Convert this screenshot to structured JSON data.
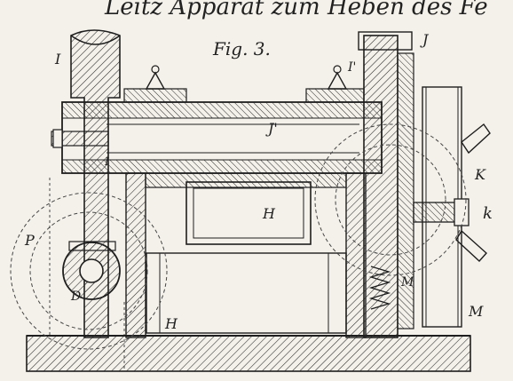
{
  "header_text": "Leitz Apparat zum Heben des Fe",
  "figure_label": "Fig. 3.",
  "part_labels": [
    "I",
    "J",
    "I'",
    "J'",
    "I",
    "H",
    "H",
    "K",
    "k",
    "P",
    "D",
    "M",
    "M"
  ],
  "colors": {
    "paper": "#f4f1ea",
    "ink": "#1e1e1e"
  }
}
